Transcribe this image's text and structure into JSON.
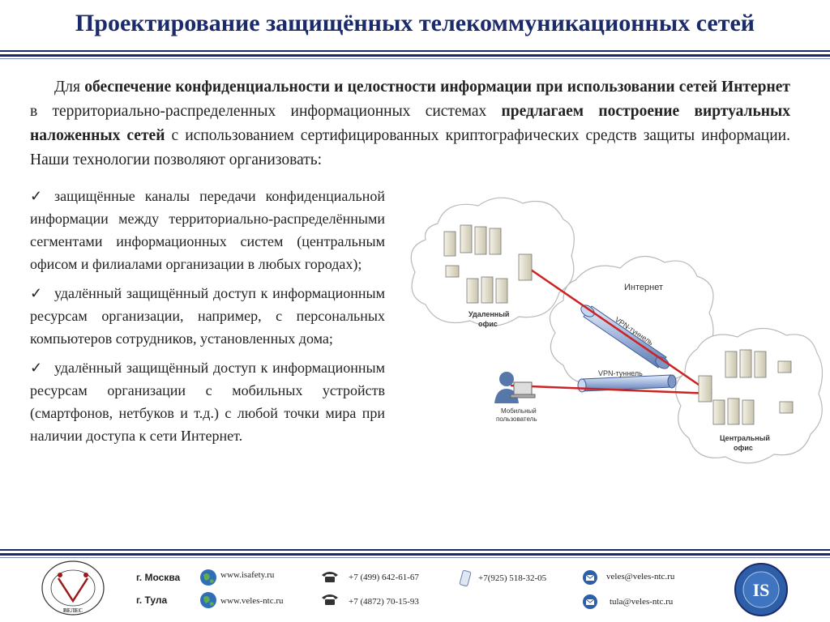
{
  "title": "Проектирование защищённых телекоммуникационных сетей",
  "intro": {
    "p1": "Для ",
    "b1": "обеспечение конфиденциальности и целостности информации при использовании сетей Интернет",
    "p2": " в территориально-распределенных информационных системах ",
    "b2": "предлагаем построение виртуальных наложенных сетей",
    "p3": " с использованием сертифицированных криптографических средств защиты информации. Наши технологии позволяют организовать:"
  },
  "bullets": [
    "защищённые каналы передачи конфиденциальной информации между территориально-распределёнными сегментами информационных систем (центральным офисом и филиалами организации в любых городах);",
    "удалённый защищённый доступ к информационным ресурсам организации, например, с персональных компьютеров сотрудников, установленных дома;",
    "удалённый защищённый доступ к информационным ресурсам организации с мобильных устройств (смартфонов, нетбуков и т.д.) с любой точки мира при наличии доступа к сети Интернет."
  ],
  "check_mark": "✓",
  "diagram": {
    "internet_label": "Интернет",
    "vpn1_label": "VPN-туннель",
    "vpn2_label": "VPN-туннель",
    "remote_office_line1": "Удаленный",
    "remote_office_line2": "офис",
    "central_office_line1": "Центральный",
    "central_office_line2": "офис",
    "mobile_user_line1": "Мобильный",
    "mobile_user_line2": "пользователь",
    "tunnel_color": "#cc2222"
  },
  "footer": {
    "city_moscow": "г. Москва",
    "city_tula": "г. Тула",
    "web1": "www.isafety.ru",
    "web2": "www.veles-ntc.ru",
    "phone1": "+7 (499) 642-61-67",
    "phone2": "+7 (4872) 70-15-93",
    "mobile": "+7(925) 518-32-05",
    "email1": "veles@veles-ntc.ru",
    "email2": "tula@veles-ntc.ru",
    "logo_left_text": "ВЕЛЕС",
    "logo_right_text": "IS"
  },
  "colors": {
    "brand": "#1b2a6b",
    "tunnel": "#cc2222"
  }
}
